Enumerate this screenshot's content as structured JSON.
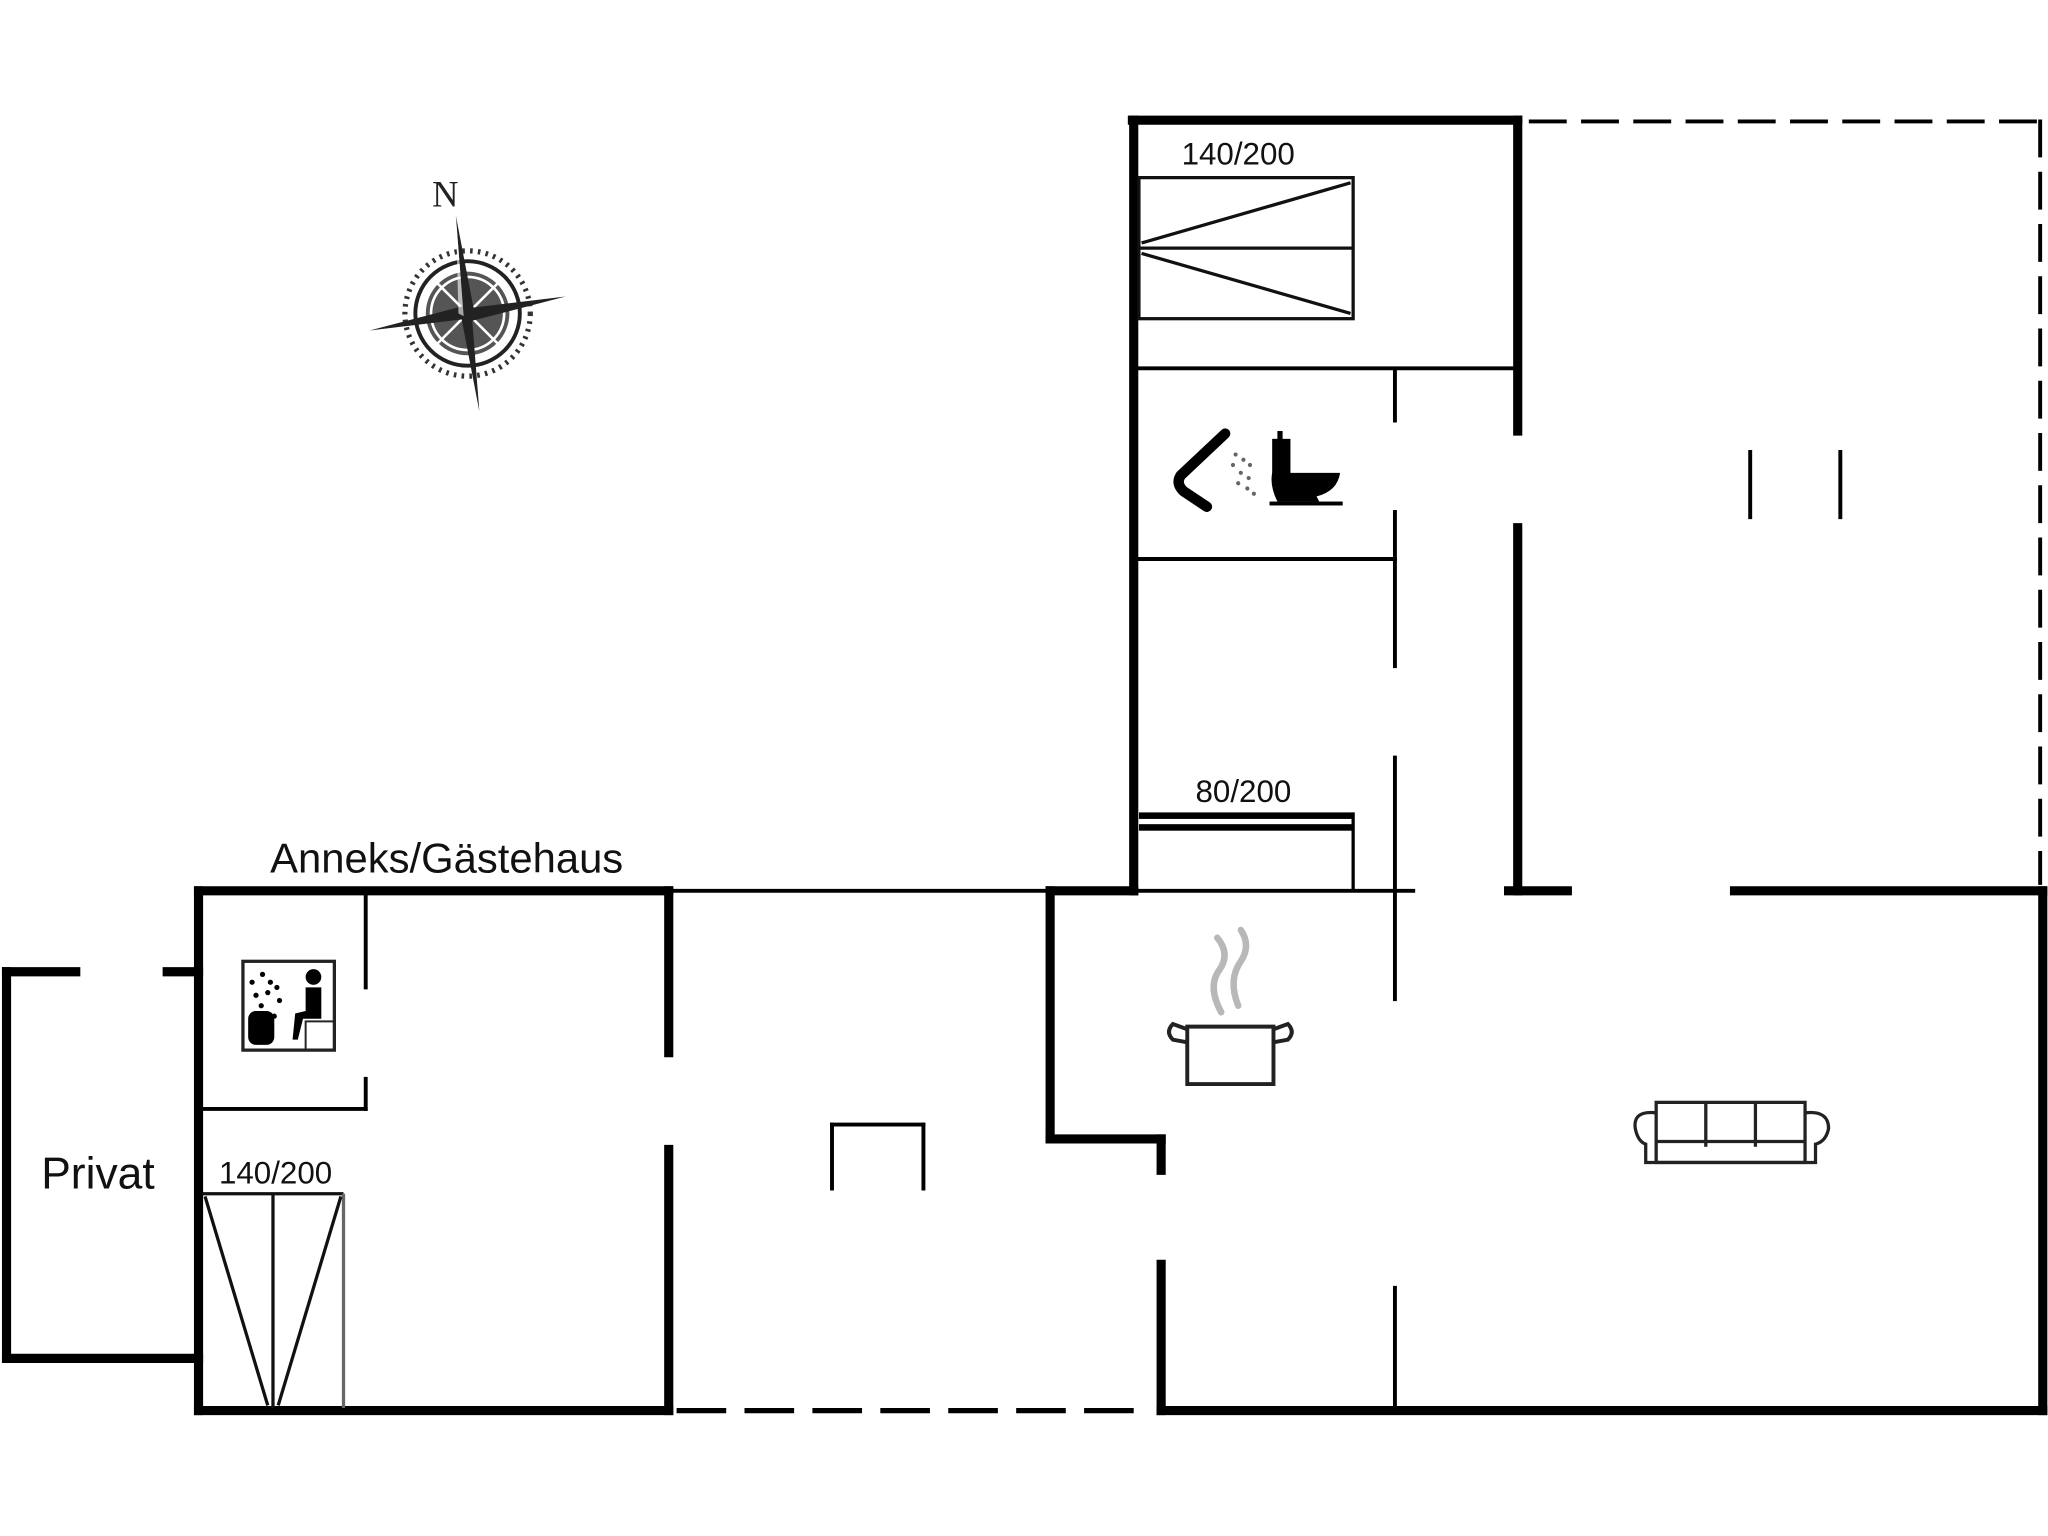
{
  "plan": {
    "title": "Anneks/Gästehaus",
    "compass": {
      "label": "N"
    },
    "areas": {
      "private": "Privat"
    },
    "beds": {
      "top_bedroom": "140/200",
      "single_bed": "80/200",
      "annex_bedroom": "140/200"
    },
    "symbols": [
      "compass-rose-icon",
      "shower-icon",
      "toilet-icon",
      "sauna-icon",
      "cooking-pot-icon",
      "sofa-icon"
    ],
    "colors": {
      "wall": "#000000",
      "steam": "#b8b8b8",
      "background": "#ffffff"
    }
  }
}
